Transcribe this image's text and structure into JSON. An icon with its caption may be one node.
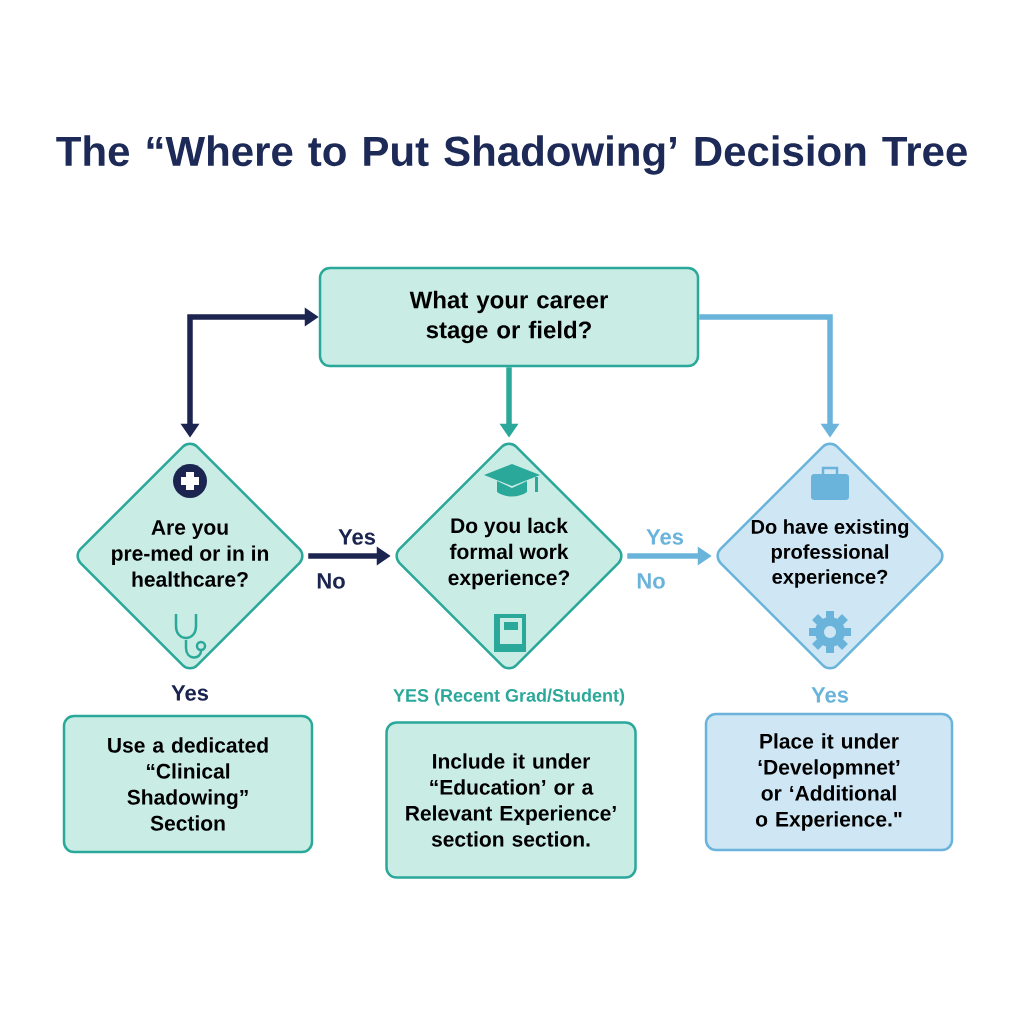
{
  "diagram": {
    "title": "The “Where to Put Shadowing’ Decision Tree",
    "nodes": [
      {
        "text": [
          "What your career stage or field?"
        ]
      },
      {
        "text": [
          "Are you pre-med or in in healthcare?"
        ]
      },
      {
        "text": [
          "Do you lack formal work experience?"
        ]
      },
      {
        "text": [
          "Do have existing professional experience?"
        ]
      },
      {
        "text": [
          "Use a dedicated “Clinical Shadowing” Section"
        ]
      },
      {
        "text": [
          "Include it under “Education’ or a Relevant Experience’ section section."
        ]
      },
      {
        "text": [
          "Place it under ‘Developmnet’ or ‘Additional o Experience.\""
        ]
      }
    ],
    "edges": [
      {
        "from": 0,
        "to": 1,
        "arrow": "both",
        "color": "#1b2550"
      },
      {
        "from": 0,
        "to": 2,
        "arrow": "to",
        "color": "#2aa89a"
      },
      {
        "from": 0,
        "to": 3,
        "arrow": "to",
        "color": "#6ab4dc"
      },
      {
        "from": 1,
        "to": 2,
        "arrow": "to",
        "label": "Yes",
        "color": "#1b2550"
      },
      {
        "from": 2,
        "to": 3,
        "arrow": "to",
        "label": "Yes",
        "color": "#6ab4dc"
      }
    ],
    "labels": [
      "No",
      "No",
      "Yes",
      "YES (Recent Grad/Student)",
      "Yes"
    ]
  }
}
